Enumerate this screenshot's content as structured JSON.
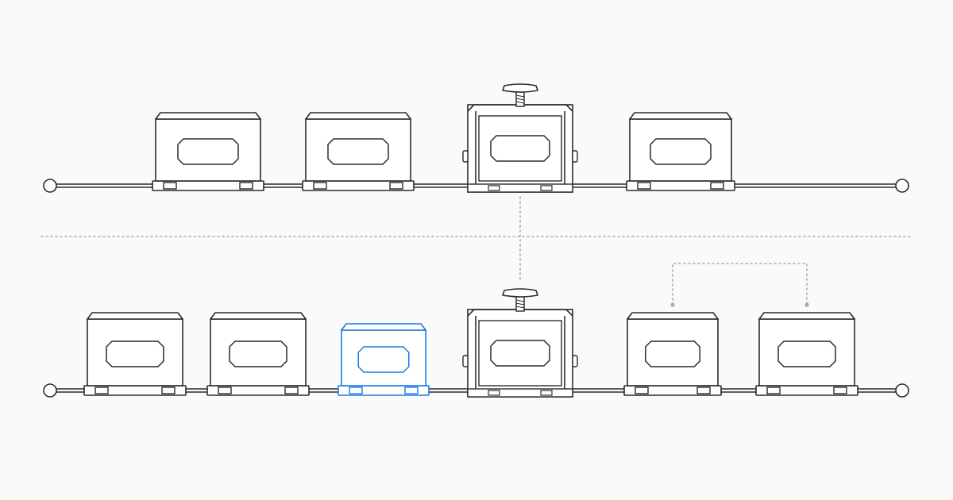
{
  "colors": {
    "background": "#fafaf8",
    "stroke": "#2b2b2b",
    "highlight": "#1e78e6",
    "connector": "#aaaaaa"
  },
  "rows": [
    {
      "id": "top-row",
      "modules": [
        {
          "id": "t1",
          "kind": "box",
          "highlighted": false
        },
        {
          "id": "t2",
          "kind": "box",
          "highlighted": false
        },
        {
          "id": "t3",
          "kind": "clamp",
          "highlighted": false
        },
        {
          "id": "t4",
          "kind": "box",
          "highlighted": false
        }
      ]
    },
    {
      "id": "bottom-row",
      "modules": [
        {
          "id": "b1",
          "kind": "box",
          "highlighted": false
        },
        {
          "id": "b2",
          "kind": "box",
          "highlighted": false
        },
        {
          "id": "b3",
          "kind": "box",
          "highlighted": true
        },
        {
          "id": "b4",
          "kind": "clamp",
          "highlighted": false
        },
        {
          "id": "b5",
          "kind": "box",
          "highlighted": false
        },
        {
          "id": "b6",
          "kind": "box",
          "highlighted": false
        }
      ]
    }
  ],
  "connectors": [
    {
      "id": "clamp-link",
      "from": "t3",
      "to": "b4"
    },
    {
      "id": "bracket-link",
      "from": "b5",
      "to": "b6"
    }
  ]
}
